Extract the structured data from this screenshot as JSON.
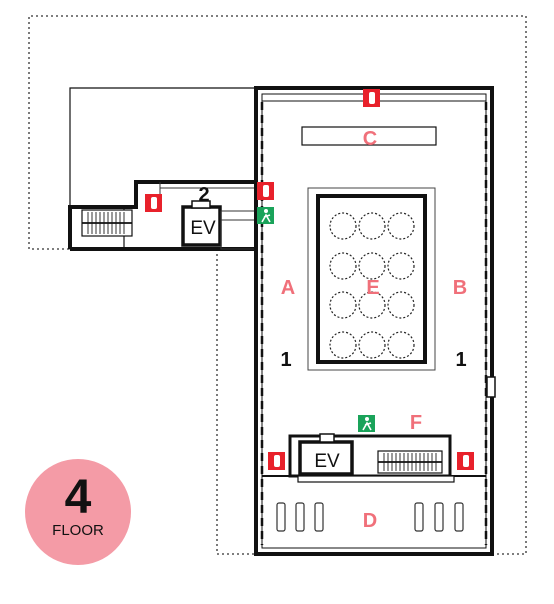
{
  "floor": {
    "number": "4",
    "label": "FLOOR",
    "badge_color": "#f49ba6"
  },
  "zones": {
    "a": "A",
    "b": "B",
    "c": "C",
    "d": "D",
    "e": "E",
    "f": "F"
  },
  "numbers": {
    "left_one": "1",
    "right_one": "1",
    "upper_two": "2"
  },
  "elevators": {
    "upper": "EV",
    "lower": "EV"
  },
  "colors": {
    "zone_text": "#f0707a",
    "extinguisher": "#e8212b",
    "exit_sign": "#1aa35a",
    "wall": "#111111"
  },
  "icons": [
    "fire-extinguisher-icon",
    "emergency-exit-icon",
    "stairs-icon",
    "table-icon"
  ]
}
